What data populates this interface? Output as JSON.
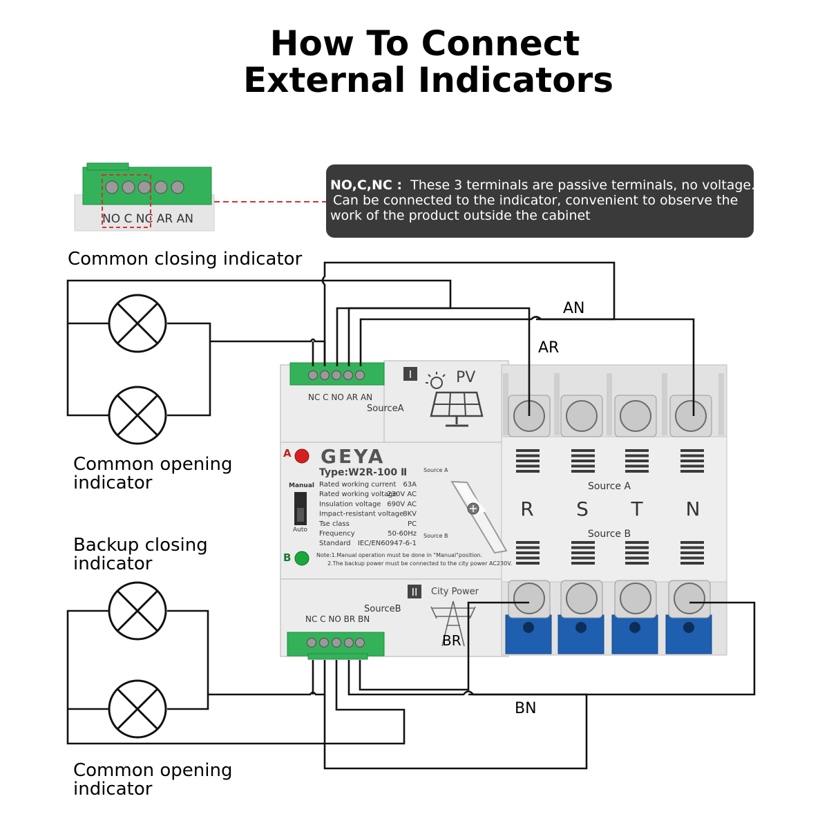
{
  "title": {
    "line1": "How To Connect",
    "line2": "External Indicators"
  },
  "info_box": {
    "heading": "NO,C,NC :",
    "line1": "These 3 terminals are passive terminals, no voltage.",
    "line2": "Can be connected to the indicator, convenient to observe the",
    "line3": "work of the product outside the cabinet"
  },
  "inset_terminal_labels": "NO C NC AR AN",
  "labels": {
    "common_closing": "Common closing indicator",
    "common_opening_1a": "Common opening",
    "common_opening_1b": "indicator",
    "backup_closing_a": "Backup closing",
    "backup_closing_b": "indicator",
    "common_opening_2a": "Common opening",
    "common_opening_2b": "indicator"
  },
  "wire_labels": {
    "an": "AN",
    "ar": "AR",
    "bn": "BN",
    "br": "BR"
  },
  "device": {
    "top_terminals": "NC C NO AR AN",
    "source_a_small": "SourceA",
    "pv_roman": "I",
    "pv": "PV",
    "brand": "GEYA",
    "type": "Type:W2R-100 Ⅱ",
    "manual": "Manual",
    "auto": "Auto",
    "led_a": "A",
    "led_b": "B",
    "specs": [
      {
        "k": "Rated working current",
        "v": "63A"
      },
      {
        "k": "Rated working voltage",
        "v": "230V AC"
      },
      {
        "k": "Insulation voltage",
        "v": "690V AC"
      },
      {
        "k": "Impact-resistant voltage",
        "v": "8KV"
      },
      {
        "k": "Tse class",
        "v": "PC"
      },
      {
        "k": "Frequency",
        "v": "50-60Hz"
      },
      {
        "k": "Standard",
        "v": "IEC/EN60947-6-1"
      }
    ],
    "note1": "Note:1.Manual operation must be done in \"Manual\"position.",
    "note2": "2.The backup power must be connected to the city power AC230V.",
    "knob_source_a": "Source A",
    "knob_source_b": "Source B",
    "city_roman": "II",
    "city_power": "City Power",
    "source_b_small": "SourceB",
    "bottom_terminals": "NC C NO BR BN",
    "source_a_label": "Source A",
    "source_b_label": "Source B",
    "phases": [
      "R",
      "S",
      "T",
      "N"
    ]
  },
  "colors": {
    "terminal_green": "#34b25a",
    "led_red": "#d42020",
    "led_green": "#1aa83c",
    "terminal_blue": "#1f5fb0",
    "callout_dark": "#3a3a3a",
    "dashed_red": "#d43030"
  }
}
